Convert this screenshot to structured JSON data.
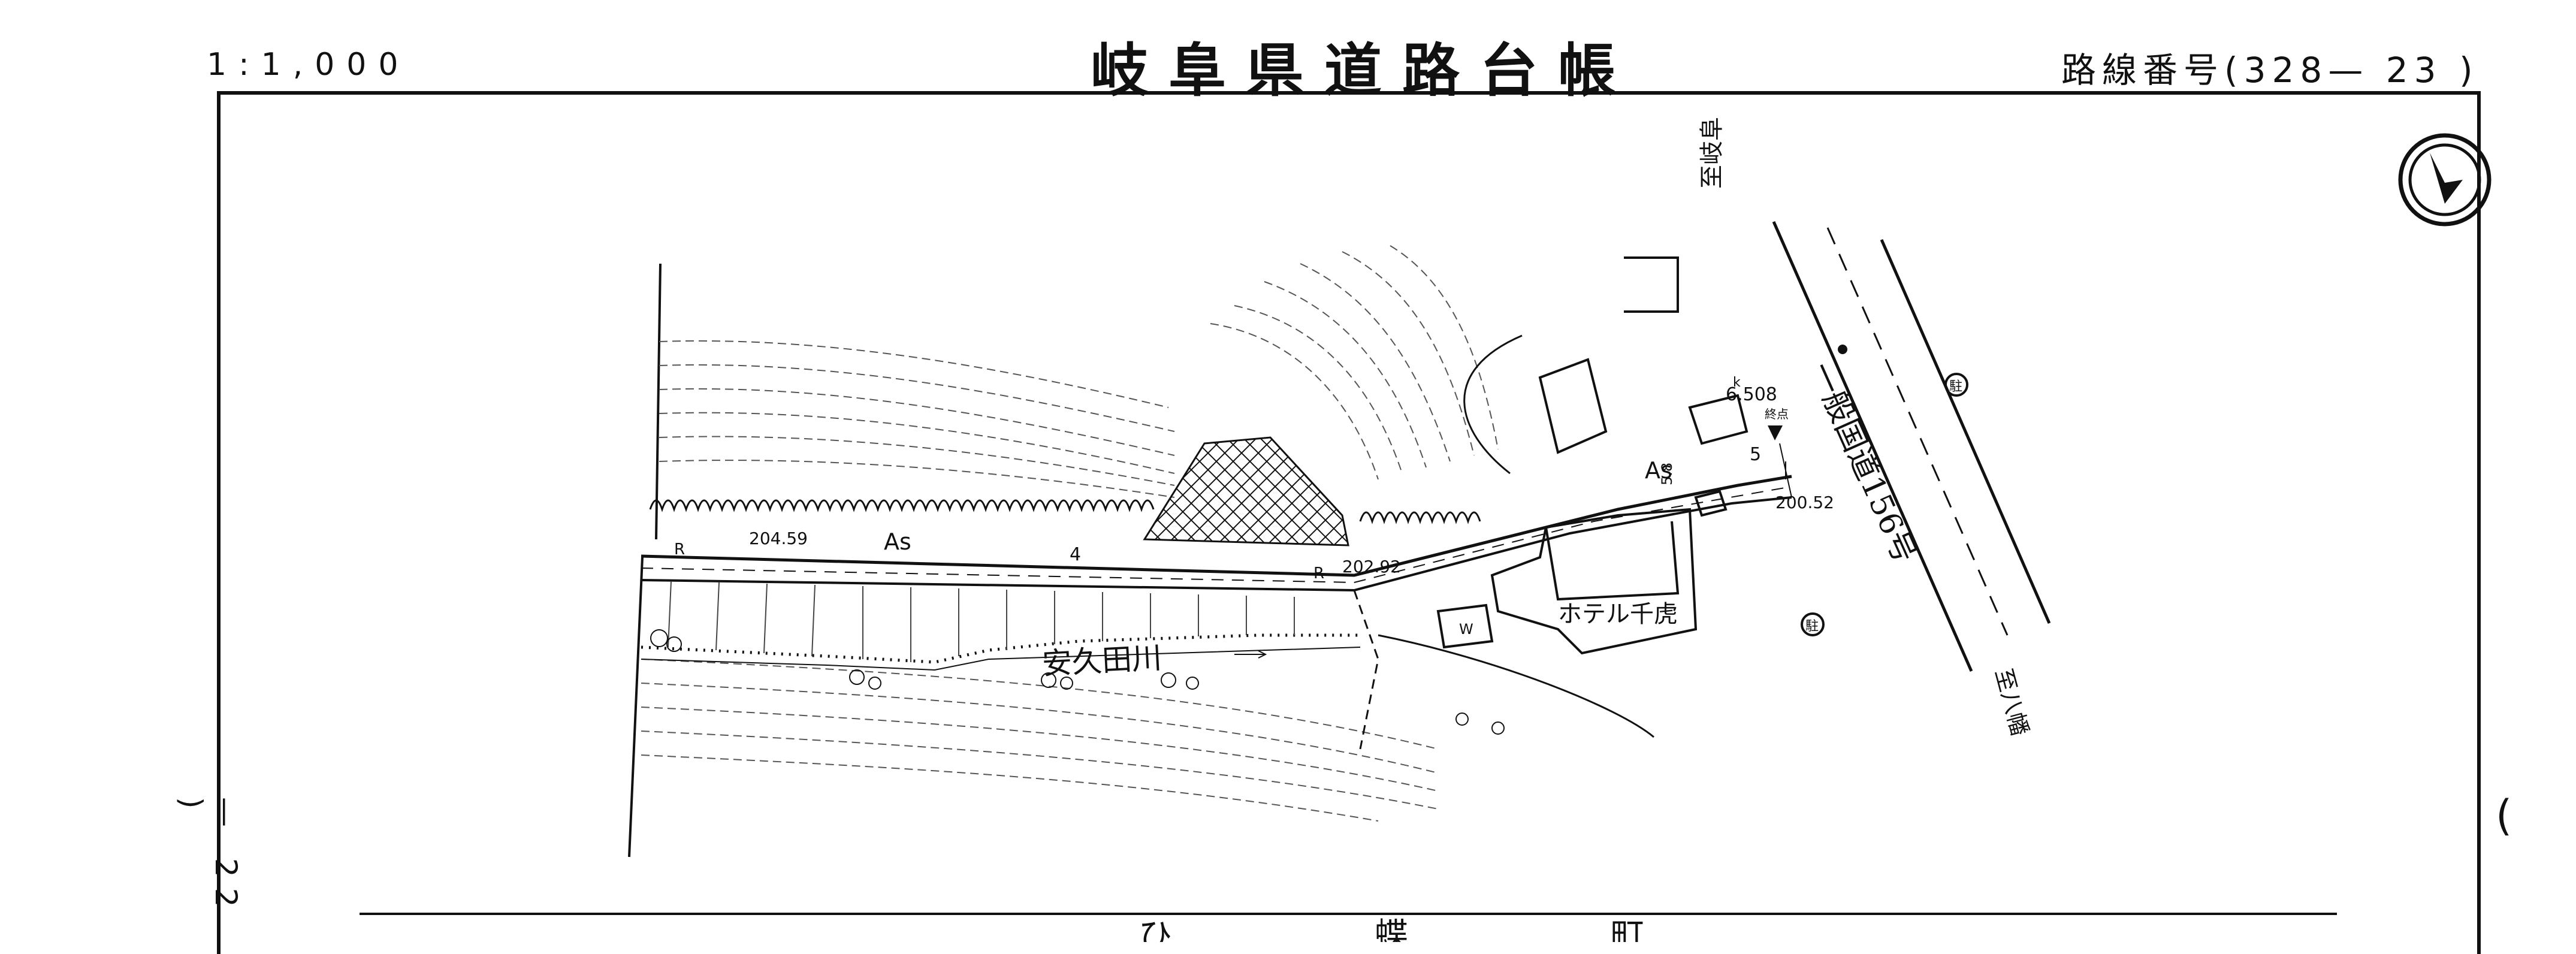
{
  "header": {
    "scale": "1:1,000",
    "title": "岐阜県道路台帳",
    "route_number": "路線番号(328— 23 )"
  },
  "margin": {
    "page_number_left": "— 22 )",
    "right_mark": "("
  },
  "map": {
    "labels": {
      "to_gifu": "至岐阜",
      "to_hachiman": "至八幡",
      "national_route": "一般国道156号",
      "river": "安久田川",
      "hotel": "ホテル千虎",
      "surface_as_1": "As",
      "surface_as_2": "As",
      "elev_1": "204.59",
      "elev_2": "202.92",
      "elev_3": "200.52",
      "km_post": "6.508",
      "km_sup": "k",
      "end_point": "終点",
      "width_1": "5",
      "width_2": "5.8",
      "lane_4": "4",
      "r_1": "R",
      "r_2": "R",
      "parking_1": "駐",
      "parking_2": "駐",
      "w": "W",
      "town_bottom": "ひ 蝶 町"
    },
    "icons": [
      "north-arrow-icon",
      "parking-icon",
      "road-marker-icon"
    ]
  }
}
